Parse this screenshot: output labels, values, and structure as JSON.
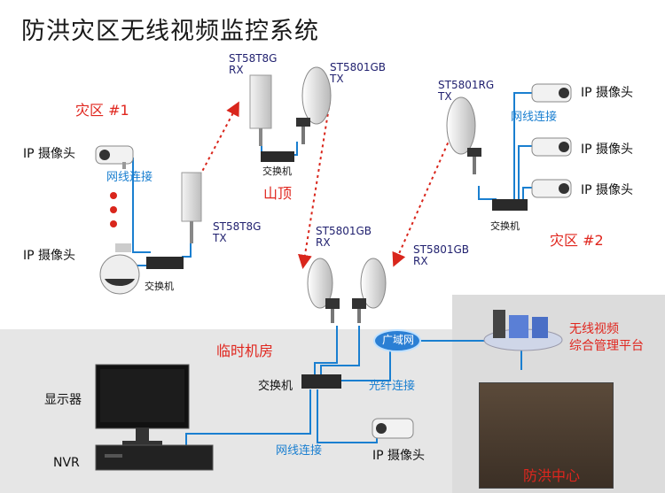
{
  "title": "防洪灾区无线视频监控系统",
  "zones": {
    "zone1": "灾区 #1",
    "zone2": "灾区 #2",
    "mountain": "山顶",
    "temp_room": "临时机房",
    "flood_center": "防洪中心"
  },
  "devices": {
    "st58t8g_rx": "ST58T8G\nRX",
    "st5801gb_tx": "ST5801GB\nTX",
    "st5801rg_tx": "ST5801RG\nTX",
    "st58t8g_tx": "ST58T8G\nTX",
    "st5801gb_rx_left": "ST5801GB\nRX",
    "st5801gb_rx_right": "ST5801GB\nRX"
  },
  "labels": {
    "ip_camera": "IP 摄像头",
    "switch": "交换机",
    "wireless_link": "网线连接",
    "fiber_link": "光纤连接",
    "wan": "广域网",
    "platform": "无线视频\n综合管理平台",
    "monitor": "显示器",
    "nvr": "NVR"
  },
  "colors": {
    "link_blue": "#1a7fd0",
    "wireless_red": "#d9261c",
    "title_red": "#e0261e",
    "device_navy": "#1f1f6e"
  }
}
